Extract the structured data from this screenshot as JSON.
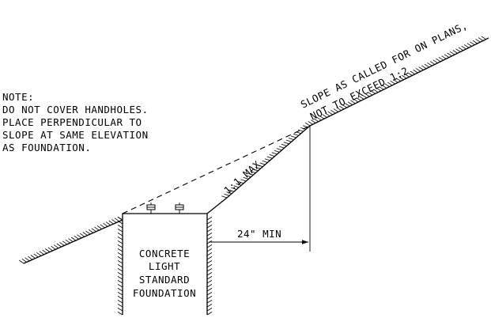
{
  "note": {
    "lines": [
      "NOTE:",
      "DO NOT COVER HANDHOLES.",
      "PLACE PERPENDICULAR TO",
      "SLOPE AT SAME ELEVATION",
      "AS FOUNDATION."
    ]
  },
  "slope_label": {
    "line1": "SLOPE AS CALLED FOR ON PLANS,",
    "line2": "NOT TO EXCEED 1:2"
  },
  "max_slope_label": "1:1 MAX",
  "offset_label": "24\" MIN",
  "foundation": {
    "lines": [
      "CONCRETE",
      "LIGHT",
      "STANDARD",
      "FOUNDATION"
    ]
  }
}
